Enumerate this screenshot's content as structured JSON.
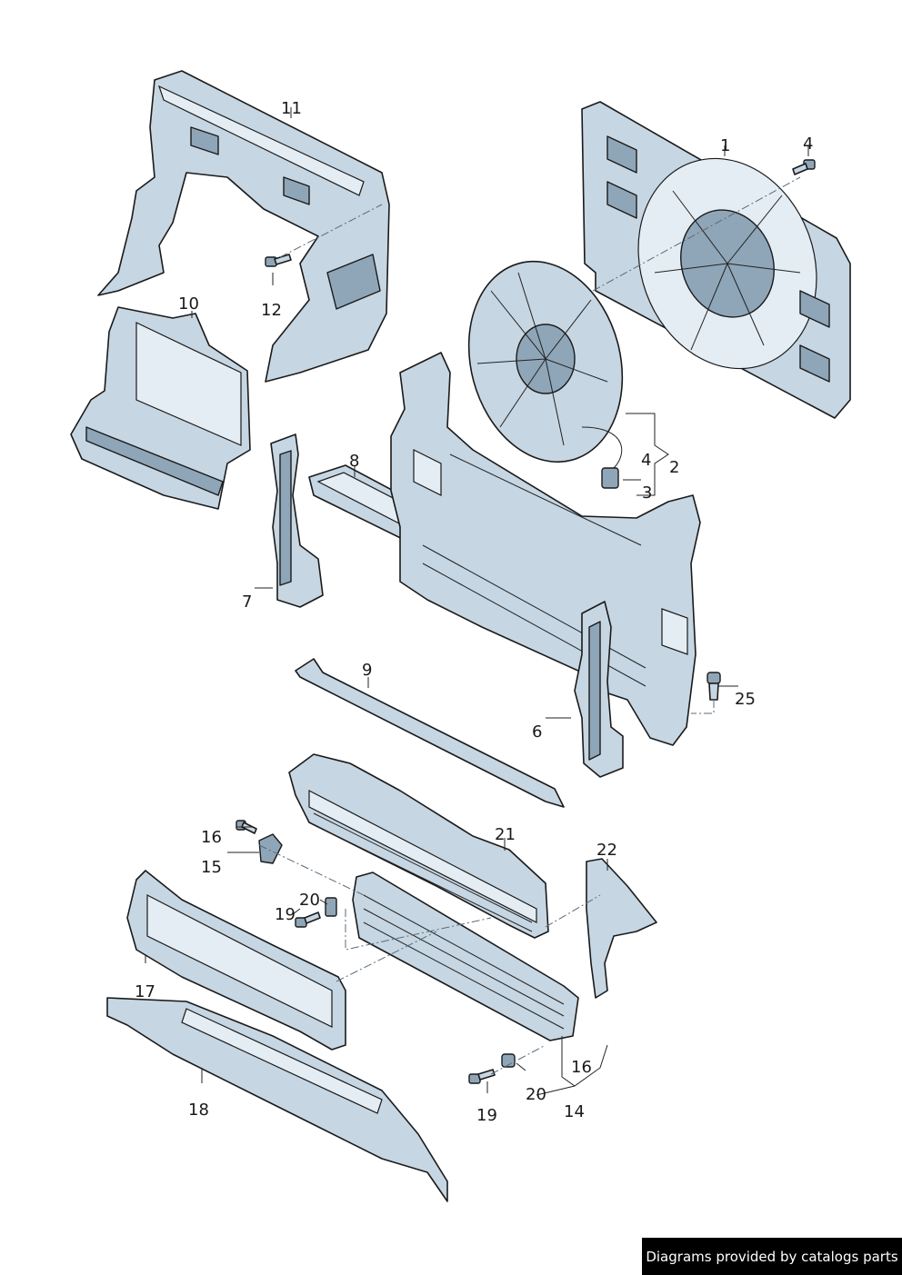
{
  "callouts": {
    "c1": "1",
    "c2": "2",
    "c3": "3",
    "c4a": "4",
    "c4b": "4",
    "c6": "6",
    "c7": "7",
    "c8": "8",
    "c9": "9",
    "c10": "10",
    "c11": "11",
    "c12": "12",
    "c14": "14",
    "c15": "15",
    "c16a": "16",
    "c16b": "16",
    "c17": "17",
    "c18": "18",
    "c19a": "19",
    "c19b": "19",
    "c20a": "20",
    "c20b": "20",
    "c21": "21",
    "c22": "22",
    "c25": "25"
  },
  "credit": "Diagrams provided by catalogs parts"
}
